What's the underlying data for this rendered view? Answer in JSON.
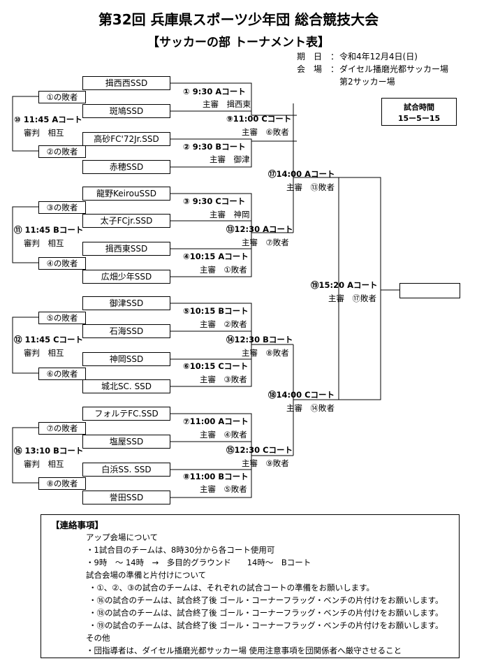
{
  "header": {
    "title": "第32回 兵庫県スポーツ少年団 総合競技大会",
    "subtitle": "【サッカーの部 トーナメント表】",
    "date_label": "期　日　：",
    "date_value": "令和4年12月4日(日)",
    "venue_label": "会　場　：",
    "venue_line1": "ダイセル播磨光都サッカー場",
    "venue_line2": "第2サッカー場"
  },
  "match_time": {
    "label": "試合時間",
    "value": "15ー5ー15"
  },
  "teams": [
    "揖西西SSD",
    "斑鳩SSD",
    "高砂FC'72Jr.SSD",
    "赤穂SSD",
    "龍野KeirouSSD",
    "太子FCjr.SSD",
    "揖西東SSD",
    "広畑少年SSD",
    "御津SSD",
    "石海SSD",
    "神岡SSD",
    "城北SC. SSD",
    "フォルテFC.SSD",
    "塩屋SSD",
    "白浜SS. SSD",
    "誉田SSD"
  ],
  "losers": [
    "①の敗者",
    "②の敗者",
    "③の敗者",
    "④の敗者",
    "⑤の敗者",
    "⑥の敗者",
    "⑦の敗者",
    "⑧の敗者"
  ],
  "matches": {
    "m1": {
      "label": "① 9:30 Aコート",
      "ref": "主審　揖西東"
    },
    "m2": {
      "label": "② 9:30 Bコート",
      "ref": "主審　御津"
    },
    "m3": {
      "label": "③ 9:30 Cコート",
      "ref": "主審　神岡"
    },
    "m4": {
      "label": "④10:15 Aコート",
      "ref": "主審　①敗者"
    },
    "m5": {
      "label": "⑤10:15 Bコート",
      "ref": "主審　②敗者"
    },
    "m6": {
      "label": "⑥10:15 Cコート",
      "ref": "主審　③敗者"
    },
    "m7": {
      "label": "⑦11:00 Aコート",
      "ref": "主審　④敗者"
    },
    "m8": {
      "label": "⑧11:00 Bコート",
      "ref": "主審　⑤敗者"
    },
    "m9": {
      "label": "⑨11:00 Cコート",
      "ref": "主審　⑥敗者"
    },
    "m10": {
      "label": "⑩ 11:45 Aコート",
      "ref": "審判　相互"
    },
    "m11": {
      "label": "⑪ 11:45 Bコート",
      "ref": "審判　相互"
    },
    "m12": {
      "label": "⑫ 11:45 Cコート",
      "ref": "審判　相互"
    },
    "m13": {
      "label": "⑬12:30 Aコート",
      "ref": "主審　⑦敗者"
    },
    "m14": {
      "label": "⑭12:30 Bコート",
      "ref": "主審　⑧敗者"
    },
    "m15": {
      "label": "⑮12:30 Cコート",
      "ref": "主審　⑨敗者"
    },
    "m16": {
      "label": "⑯ 13:10 Bコート",
      "ref": "審判　相互"
    },
    "m17": {
      "label": "⑰14:00 Aコート",
      "ref": "主審　⑬敗者"
    },
    "m18": {
      "label": "⑱14:00 Cコート",
      "ref": "主審　⑭敗者"
    },
    "m19": {
      "label": "⑲15:20 Aコート",
      "ref": "主審　⑰敗者"
    }
  },
  "notes": {
    "heading": "【連絡事項】",
    "lines": [
      "アップ会場について",
      "・1試合目のチームは、8時30分から各コート使用可",
      "・9時　～ 14時　→　多目的グラウンド　　14時～　Bコート",
      "試合会場の準備と片付けについて",
      "・①、②、③の試合のチームは、それぞれの試合コートの準備をお願いします。",
      "・⑯の試合のチームは、試合終了後 ゴール・コーナーフラッグ・ベンチの片付けをお願いします。",
      "・⑱の試合のチームは、試合終了後 ゴール・コーナーフラッグ・ベンチの片付けをお願いします。",
      "・⑲の試合のチームは、試合終了後 ゴール・コーナーフラッグ・ベンチの片付けをお願いします。",
      "その他",
      "・団指導者は、ダイセル播磨光都サッカー場 使用注意事項を団関係者へ厳守させること"
    ]
  }
}
